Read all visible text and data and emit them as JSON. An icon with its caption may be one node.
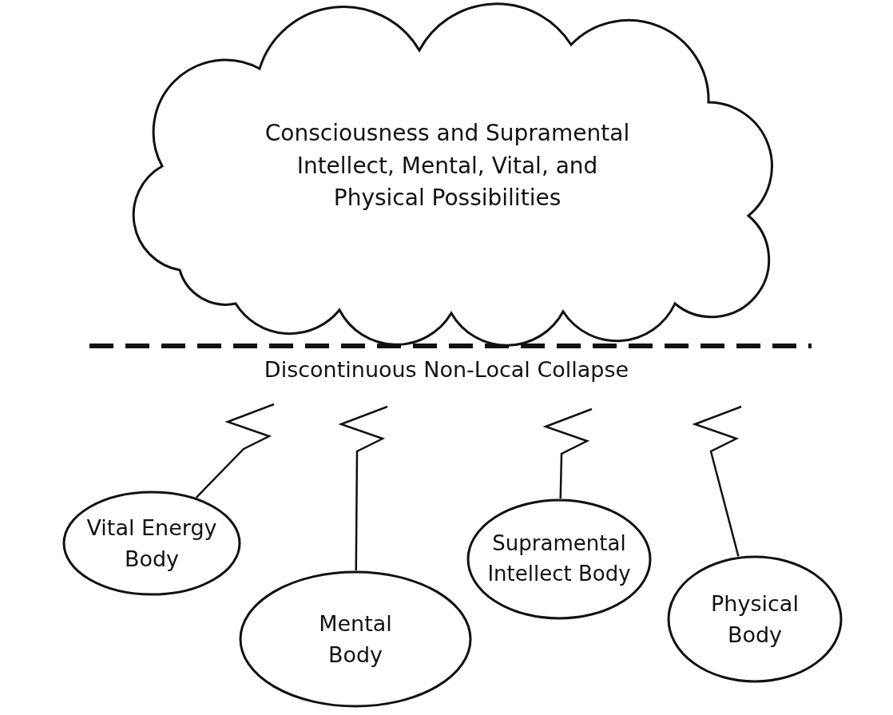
{
  "diagram": {
    "nodes": [
      {
        "text": [
          "Consciousness and Supramental Intellect, Mental, Vital, and Physical Possibilities"
        ]
      },
      {
        "text": [
          "Vital Energy Body"
        ]
      },
      {
        "text": [
          "Mental Body"
        ]
      },
      {
        "text": [
          "Supramental Intellect Body"
        ]
      },
      {
        "text": [
          "Physical Body"
        ]
      }
    ],
    "edges": [
      {
        "from": 1,
        "to": null,
        "arrow": "none"
      },
      {
        "from": 2,
        "to": null,
        "arrow": "none"
      },
      {
        "from": 3,
        "to": null,
        "arrow": "none"
      },
      {
        "from": 4,
        "to": null,
        "arrow": "none"
      }
    ],
    "labels": [
      "Discontinuous Non-Local Collapse"
    ]
  }
}
